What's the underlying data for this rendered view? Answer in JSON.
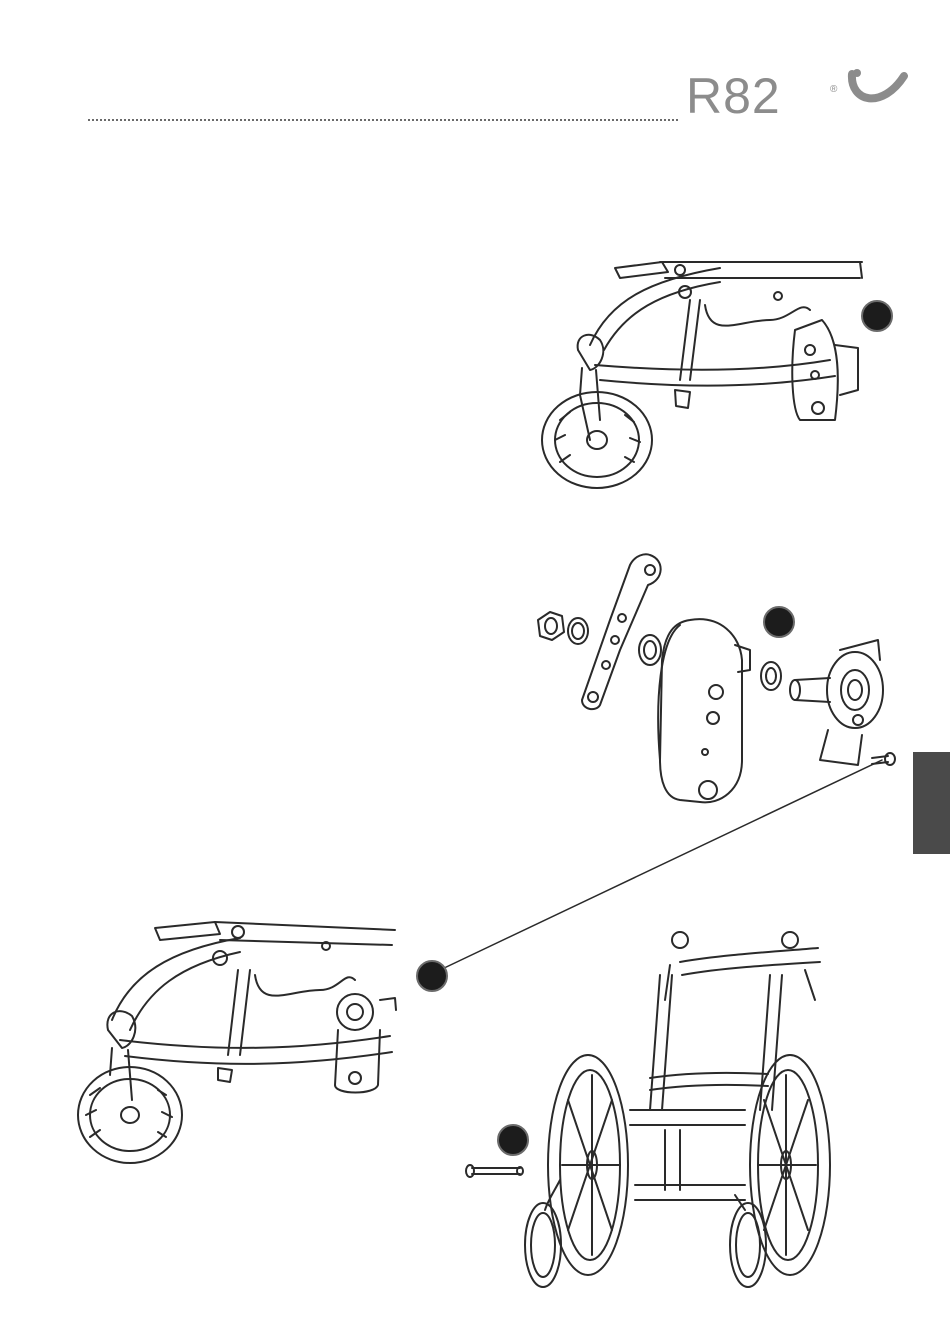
{
  "header": {
    "brand": "R82",
    "registered_mark": "®",
    "brand_color": "#8c8c8c",
    "rule_color": "#6a6a6a"
  },
  "side_tab": {
    "color": "#4a4a4a"
  },
  "figures": [
    {
      "icon": "wheelchair-frame-side-view"
    },
    {
      "icon": "wheel-hub-exploded-view"
    },
    {
      "icon": "wheelchair-frame-side-view-hub-mounted"
    },
    {
      "icon": "wheelchair-rear-view"
    }
  ],
  "callouts": {
    "color": "#1c1c1c"
  }
}
